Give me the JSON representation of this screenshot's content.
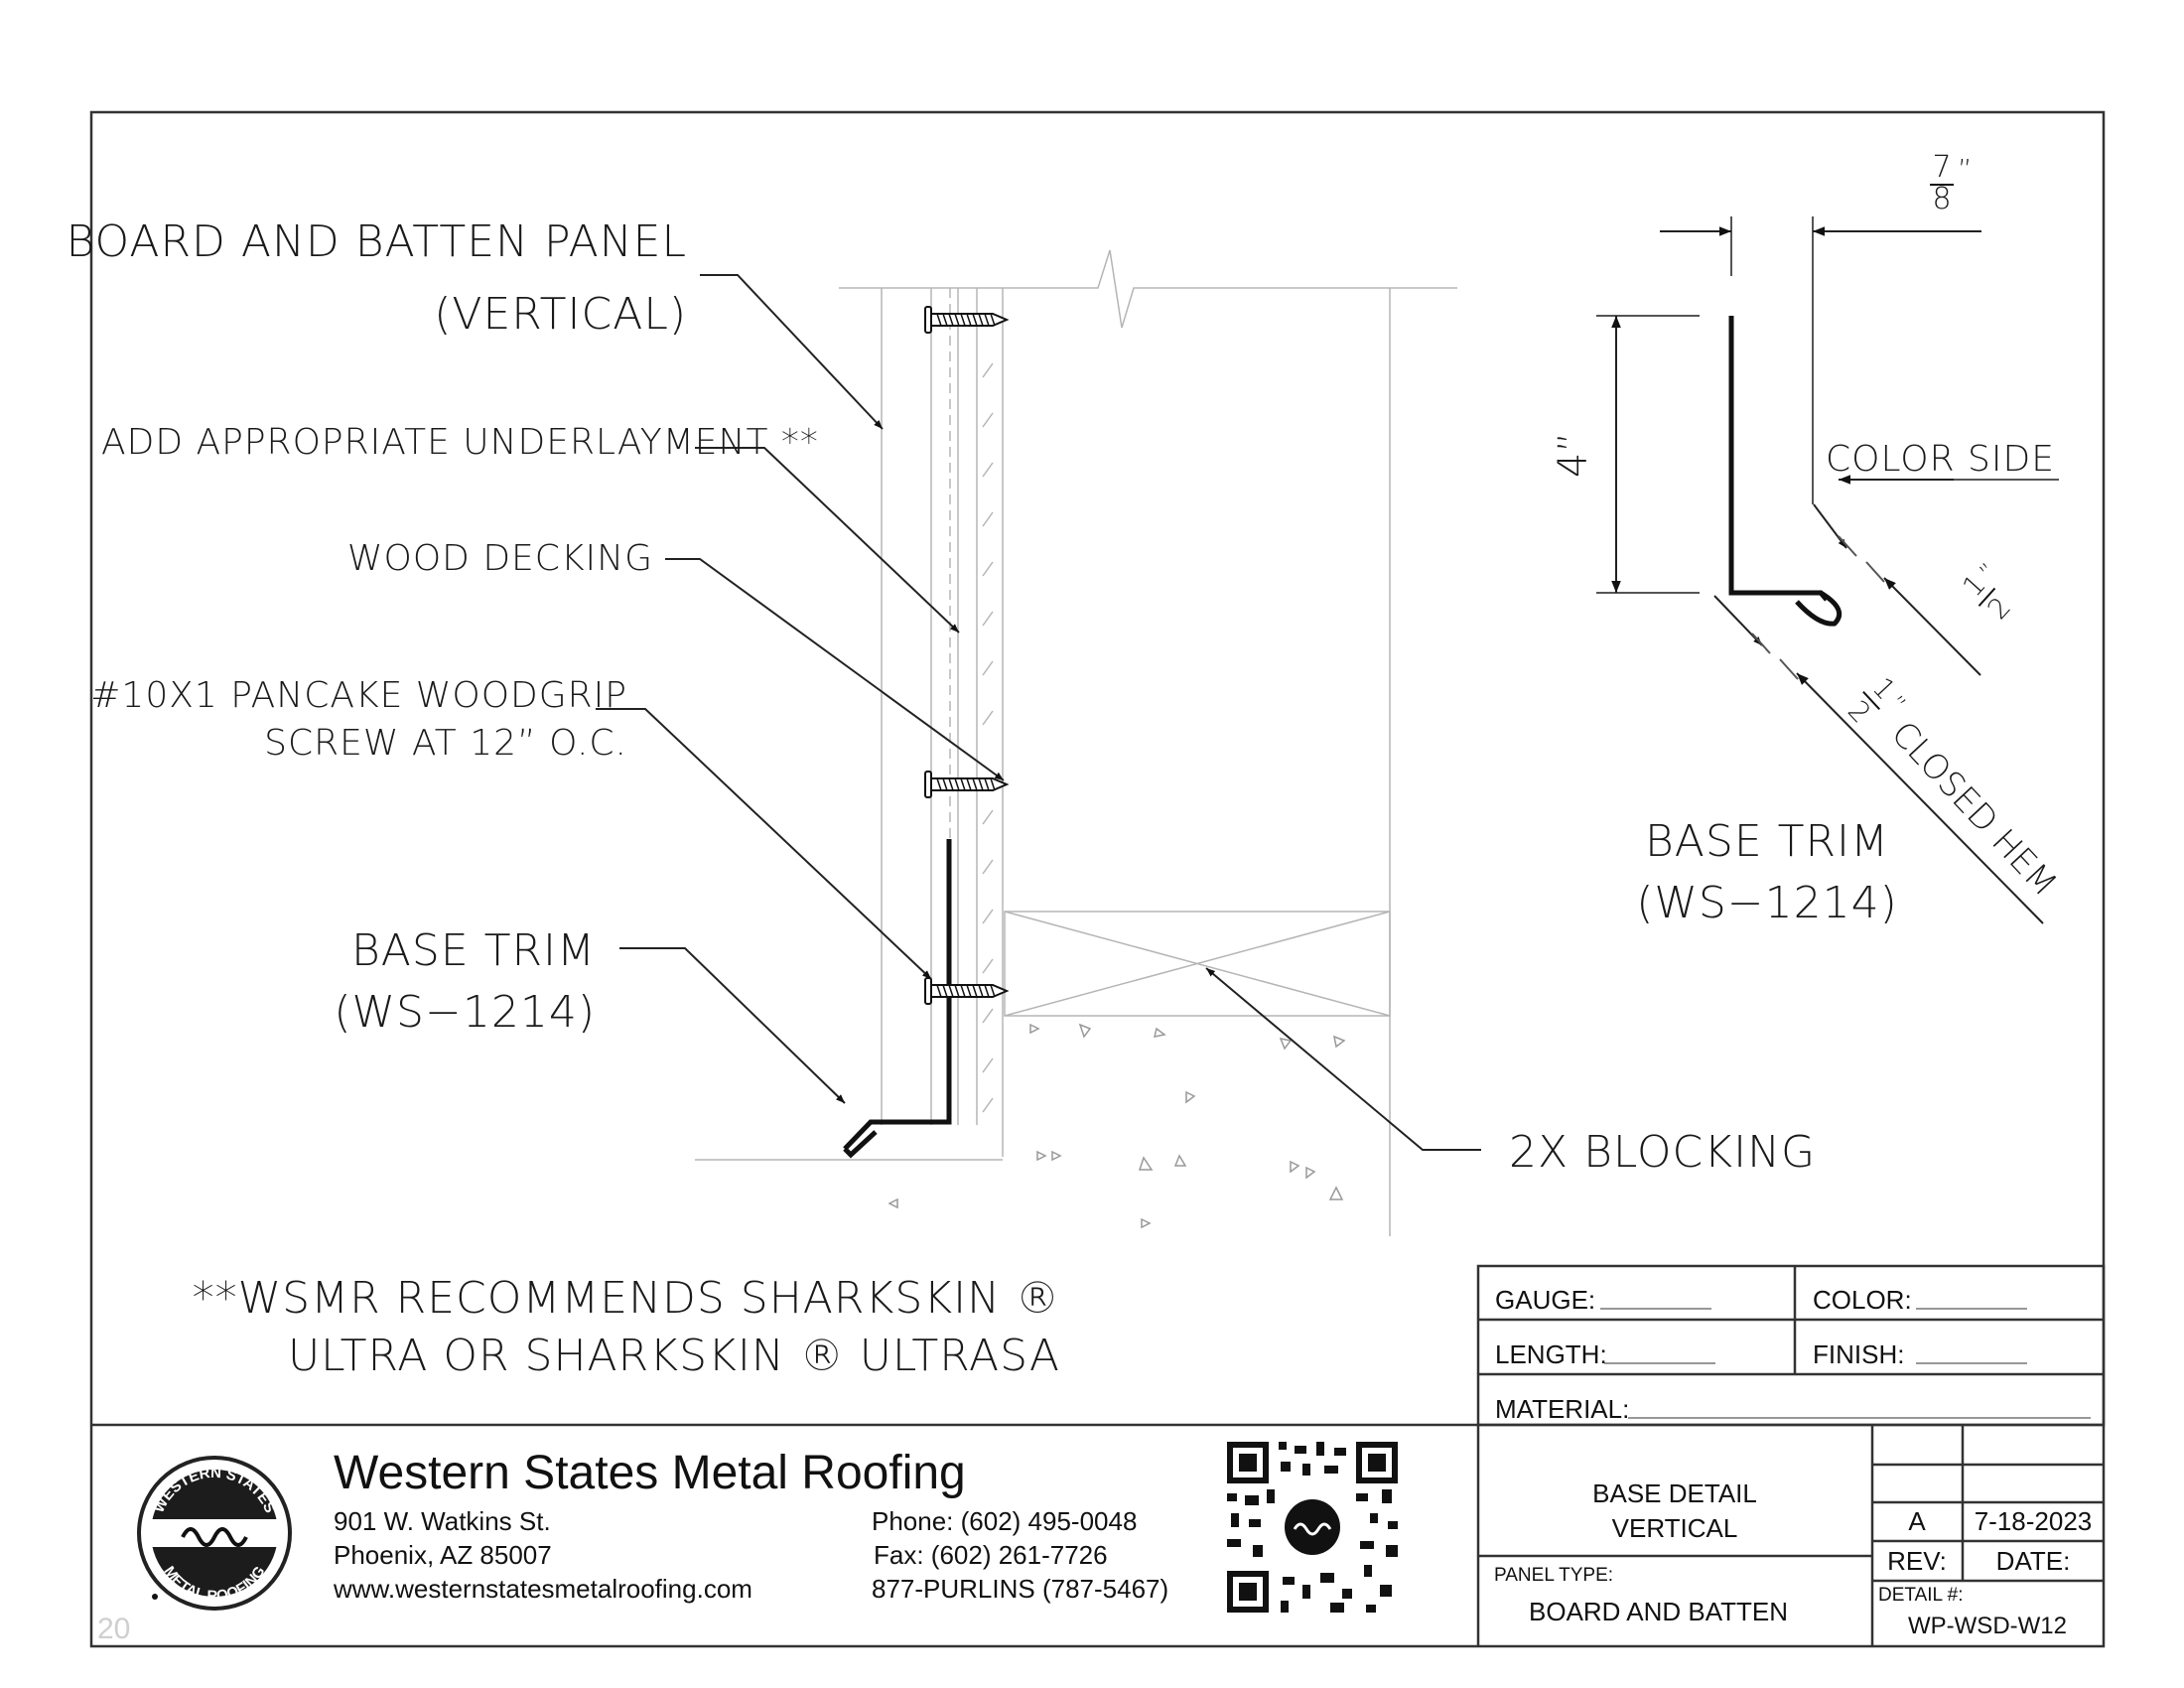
{
  "callouts": {
    "panel_line1": "BOARD AND BATTEN PANEL",
    "panel_line2": "(VERTICAL)",
    "underlayment": "ADD APPROPRIATE UNDERLAYMENT **",
    "decking": "WOOD DECKING",
    "screw_line1": "#10X1 PANCAKE WOODGRIP",
    "screw_line2": "SCREW AT 12” O.C.",
    "base_trim_line1": "BASE TRIM",
    "base_trim_line2": "(WS−1214)",
    "blocking": "2X BLOCKING"
  },
  "note": {
    "line1": "**WSMR RECOMMENDS SHARKSKIN ®",
    "line2": "ULTRA OR SHARKSKIN ® ULTRASA"
  },
  "trim_detail": {
    "dim_top_num": "7",
    "dim_top_den": "8",
    "dim_top_unit": "”",
    "dim_height": "4”",
    "color_side": "COLOR SIDE",
    "half_num": "1",
    "half_den": "2",
    "half_unit": "”",
    "closed_hem": "CLOSED HEM",
    "name_line1": "BASE TRIM",
    "name_line2": "(WS−1214)"
  },
  "spec_fields": {
    "gauge": "GAUGE:",
    "color": "COLOR:",
    "length": "LENGTH:",
    "finish": "FINISH:",
    "material": "MATERIAL:"
  },
  "company": {
    "name": "Western States Metal Roofing",
    "address1": "901 W. Watkins St.",
    "address2": "Phoenix, AZ 85007",
    "website": "www.westernstatesmetalroofing.com",
    "phone": "Phone: (602) 495-0048",
    "fax": "Fax: (602) 261-7726",
    "tollfree": "877-PURLINS (787-5467)",
    "logo_top_text": "WESTERN STATES",
    "logo_bottom_text": "METAL ROOFING"
  },
  "title_block": {
    "title_line1": "BASE DETAIL",
    "title_line2": "VERTICAL",
    "panel_type_label": "PANEL TYPE:",
    "panel_type_value": "BOARD AND BATTEN",
    "rev_value": "A",
    "date_value": "7-18-2023",
    "rev_label": "REV:",
    "date_label": "DATE:",
    "detail_label": "DETAIL #:",
    "detail_value": "WP-WSD-W12"
  },
  "page_number": "20"
}
